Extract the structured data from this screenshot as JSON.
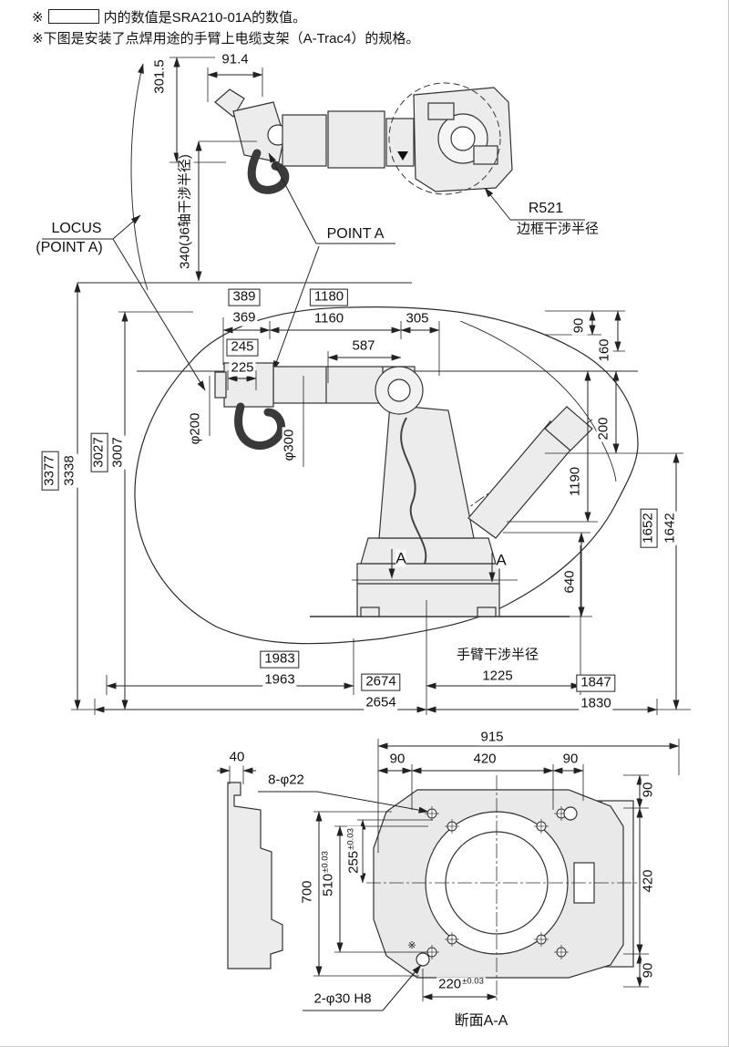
{
  "colors": {
    "line": "#2b2b2b",
    "fill_light": "#ececec",
    "background": "#ffffff"
  },
  "notes": {
    "marker": "※",
    "note1_suffix": "内的数值是SRA210-01A的数值。",
    "note2": "※下图是安装了点焊用途的手臂上电缆支架（A-Trac4）的规格。"
  },
  "top_view": {
    "dim_height": "301.5",
    "dim_offset": "91.4",
    "j6_radius_label": "340(J6轴干涉半径)",
    "locus_line1": "LOCUS",
    "locus_line2": "(POINT A)",
    "point_a": "POINT A",
    "frame_radius_value": "R521",
    "frame_radius_label": "边框干涉半径"
  },
  "envelope_view": {
    "top_dims": {
      "d389": "389",
      "d369": "369",
      "d1180": "1180",
      "d1160": "1160",
      "d305": "305",
      "d245": "245",
      "d225": "225",
      "d587": "587"
    },
    "left_dims": {
      "d3377": "3377",
      "d3338": "3338",
      "d3027": "3027",
      "d3007": "3007",
      "phi200": "φ200",
      "phi300": "φ300"
    },
    "right_dims": {
      "d90": "90",
      "d160": "160",
      "d200": "200",
      "d1190": "1190",
      "d1652": "1652",
      "d1642": "1642",
      "d640": "640"
    },
    "bottom_dims": {
      "d1983": "1983",
      "d1963": "1963",
      "d2674": "2674",
      "d2654": "2654",
      "arm_radius_label": "手臂干涉半径",
      "d1225": "1225",
      "d1847": "1847",
      "d1830": "1830"
    },
    "section_marker": "A"
  },
  "section_view": {
    "d915": "915",
    "d40": "40",
    "bolt_holes": "8-φ22",
    "top_d90a": "90",
    "top_d420": "420",
    "top_d90b": "90",
    "right_d90a": "90",
    "right_d420": "420",
    "right_d90b": "90",
    "d700": "700",
    "d510": "510",
    "d255": "255",
    "d220": "220",
    "tolerance": "±0.03",
    "dowel_holes": "2-φ30 H8",
    "ref_marker": "※",
    "title": "断面A-A"
  }
}
